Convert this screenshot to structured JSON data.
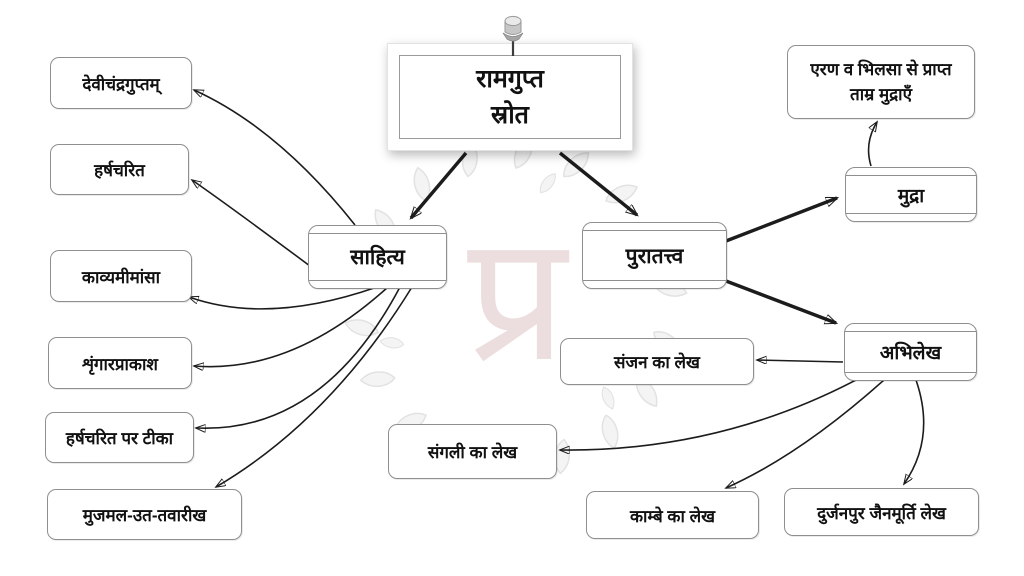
{
  "title": {
    "line1": "रामगुप्त",
    "line2": "स्रोत"
  },
  "branches": {
    "literature": "साहित्य",
    "archaeology": "पुरातत्त्व"
  },
  "literature_items": [
    "देवीचंद्रगुप्तम्",
    "हर्षचरित",
    "काव्यमीमांसा",
    "शृंगारप्राकाश",
    "हर्षचरित पर टीका",
    "मुजमल-उत-तवारीख"
  ],
  "archaeology_items": {
    "coin": "मुद्रा",
    "coin_source": "एरण व भिलसा से प्राप्त ताम्र मुद्राएँ",
    "inscription": "अभिलेख",
    "inscription_items": [
      "संजन का लेख",
      "संगली का लेख",
      "काम्बे का लेख",
      "दुर्जनपुर जैनमूर्ति लेख"
    ]
  },
  "watermark": {
    "letter": "प्र"
  },
  "colors": {
    "box_border": "#8f8f8f",
    "arrow": "#1c1c1c",
    "text": "#111111",
    "watermark_letter": "#ecdede",
    "wreath": "#dedede"
  }
}
